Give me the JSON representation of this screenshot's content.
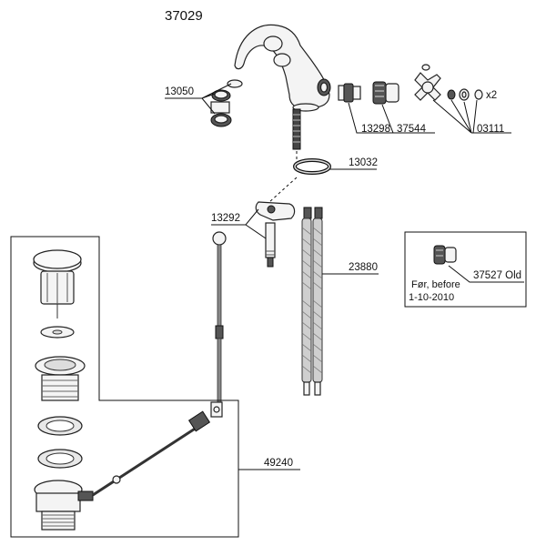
{
  "diagram": {
    "title": "37029",
    "labels": {
      "aerator": "13050",
      "cartridge_seat": "13298",
      "cartridge": "37544",
      "handle_parts": "03111",
      "handle_qty": "x2",
      "oring": "13032",
      "fixing_kit": "13292",
      "hoses": "23880",
      "waste": "49240",
      "old_cartridge": "37527 Old"
    },
    "note": {
      "line1": "Før, before",
      "line2": "1-10-2010"
    }
  }
}
